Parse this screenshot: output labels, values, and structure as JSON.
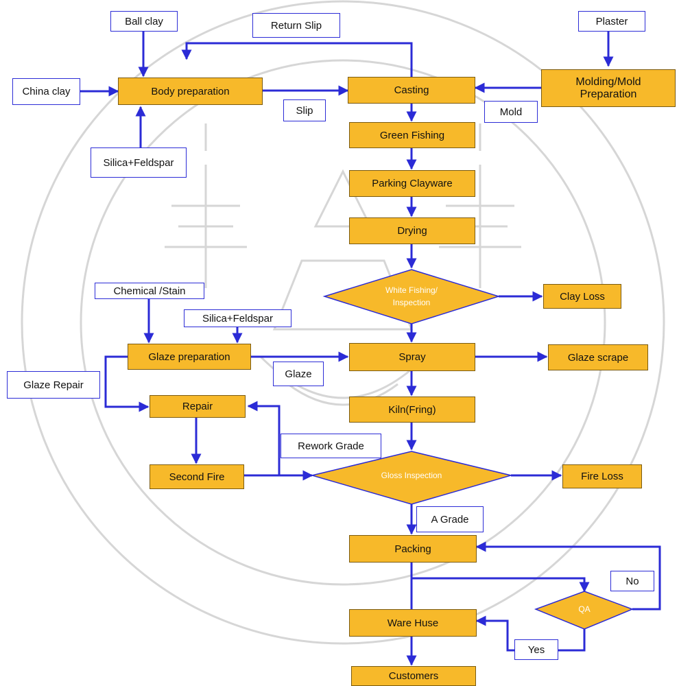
{
  "colors": {
    "process_fill": "#f7b92a",
    "arrow": "#2b2bd6",
    "watermark": "#d6d6d6"
  },
  "inputs": {
    "ball_clay": "Ball clay",
    "return_slip": "Return Slip",
    "plaster": "Plaster",
    "china_clay": "China clay",
    "silica_feldspar_1": "Silica+Feldspar",
    "slip": "Slip",
    "mold": "Mold",
    "chemical_stain": "Chemical /Stain",
    "silica_feldspar_2": "Silica+Feldspar",
    "glaze_repair": "Glaze Repair",
    "glaze": "Glaze",
    "rework_grade": "Rework Grade",
    "a_grade": "A Grade",
    "no": "No",
    "yes": "Yes"
  },
  "steps": {
    "body_preparation": "Body preparation",
    "casting": "Casting",
    "molding_line1": "Molding/Mold",
    "molding_line2": "Preparation",
    "green_fishing": "Green Fishing",
    "parking_clayware": "Parking Clayware",
    "drying": "Drying",
    "clay_loss": "Clay  Loss",
    "glaze_preparation": "Glaze preparation",
    "spray": "Spray",
    "glaze_scrape": "Glaze scrape",
    "repair": "Repair",
    "kiln": "Kiln(Fring)",
    "second_fire": "Second Fire",
    "fire_loss": "Fire Loss",
    "packing": "Packing",
    "ware_house": "Ware Huse",
    "customers": "Customers"
  },
  "decisions": {
    "white_fishing_line1": "White Fishing/",
    "white_fishing_line2": "Inspection",
    "gloss_inspection": "Gloss Inspection",
    "qa": "QA"
  }
}
